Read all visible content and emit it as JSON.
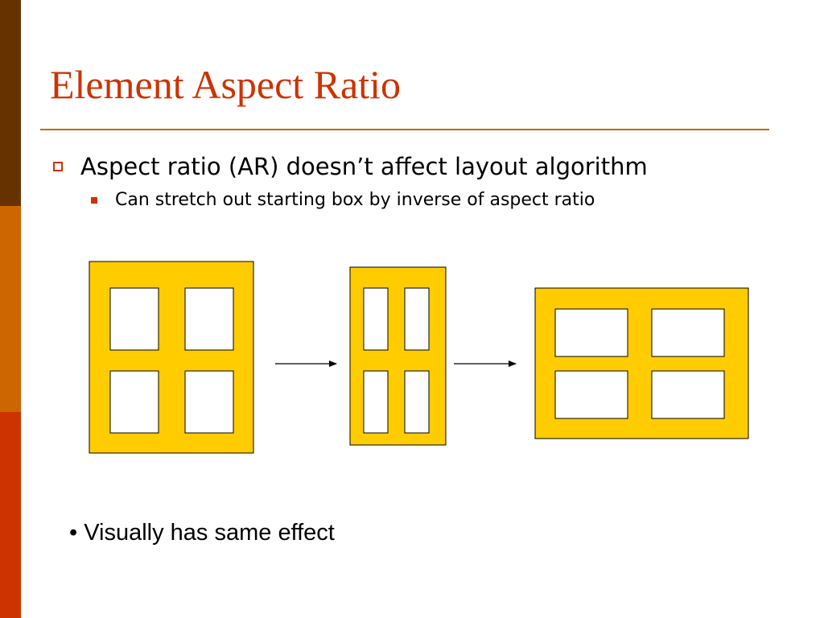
{
  "title": "Element Aspect Ratio",
  "bullets": {
    "level1": "Aspect ratio (AR) doesn’t affect layout algorithm",
    "level2": "Can stretch out starting box by inverse of aspect ratio"
  },
  "footnote": "• Visually has same effect",
  "colors": {
    "title": "#cc3300",
    "rule": "#cc6600",
    "bullet": "#cc3300",
    "box_fill": "#ffcc00",
    "sidebar": [
      "#663300",
      "#cc6600",
      "#cc3300"
    ]
  },
  "icons": {
    "level1_bullet": "hollow-square",
    "level2_bullet": "solid-square"
  }
}
